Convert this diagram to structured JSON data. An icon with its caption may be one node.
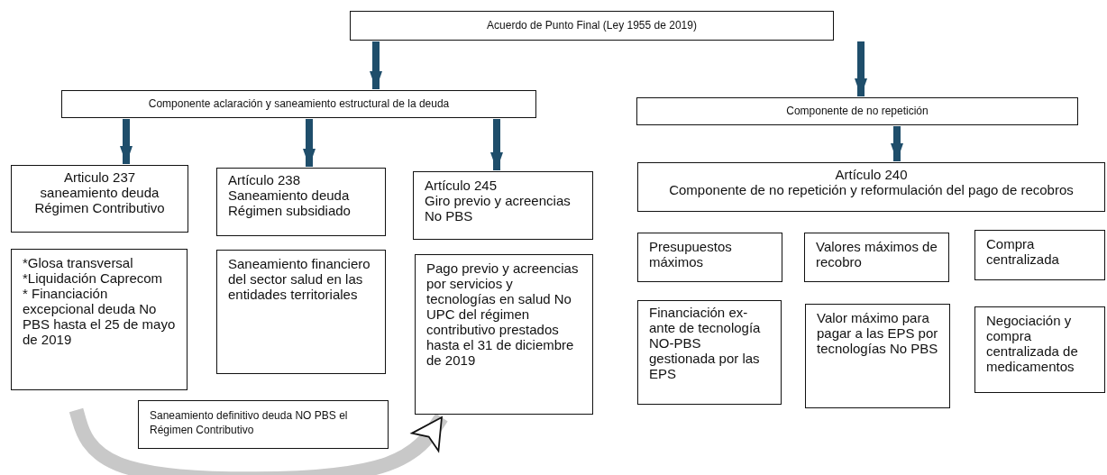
{
  "diagram": {
    "nodes": [
      {
        "text": [
          "Acuerdo de Punto Final  (Ley 1955 de 2019)"
        ]
      },
      {
        "text": [
          "Componente aclaración y saneamiento estructural  de la deuda"
        ]
      },
      {
        "text": [
          "Componente de no repetición"
        ]
      },
      {
        "text": [
          "Articulo 237",
          "saneamiento deuda Régimen Contributivo"
        ]
      },
      {
        "text": [
          "Artículo 238",
          "Saneamiento deuda Régimen subsidiado"
        ]
      },
      {
        "text": [
          "Artículo 245",
          "Giro previo y acreencias No PBS"
        ]
      },
      {
        "text": [
          "Artículo 240",
          "Componente de no repetición y reformulación del pago de recobros"
        ]
      },
      {
        "text": [
          "*Glosa transversal",
          "*Liquidación Caprecom",
          "* Financiación excepcional deuda No PBS hasta el 25 de mayo de 2019"
        ]
      },
      {
        "text": [
          "Saneamiento financiero del sector salud en las entidades territoriales"
        ]
      },
      {
        "text": [
          "Pago previo y acreencias por servicios y tecnologías en salud No UPC del régimen contributivo prestados hasta el 31 de diciembre de 2019"
        ]
      },
      {
        "text": [
          "Saneamiento definitivo deuda NO PBS el Régimen Contributivo"
        ]
      },
      {
        "text": [
          "Presupuestos máximos"
        ]
      },
      {
        "text": [
          "Valores máximos de recobro"
        ]
      },
      {
        "text": [
          "Compra centralizada"
        ]
      },
      {
        "text": [
          "Financiación ex-ante de tecnología NO-PBS gestionada por las  EPS"
        ]
      },
      {
        "text": [
          "Valor máximo para pagar a las EPS por tecnologías  No PBS"
        ]
      },
      {
        "text": [
          "Negociación y compra centralizada de medicamentos"
        ]
      }
    ],
    "edges": [
      {
        "from": 0,
        "to": 1,
        "arrow": "to"
      },
      {
        "from": 0,
        "to": 2,
        "arrow": "to"
      },
      {
        "from": 1,
        "to": 3,
        "arrow": "to"
      },
      {
        "from": 1,
        "to": 4,
        "arrow": "to"
      },
      {
        "from": 1,
        "to": 5,
        "arrow": "to"
      },
      {
        "from": 2,
        "to": 6,
        "arrow": "to"
      },
      {
        "from": 7,
        "to": 9,
        "arrow": "to",
        "style": "thick",
        "color": "#c8c8c8"
      }
    ]
  }
}
